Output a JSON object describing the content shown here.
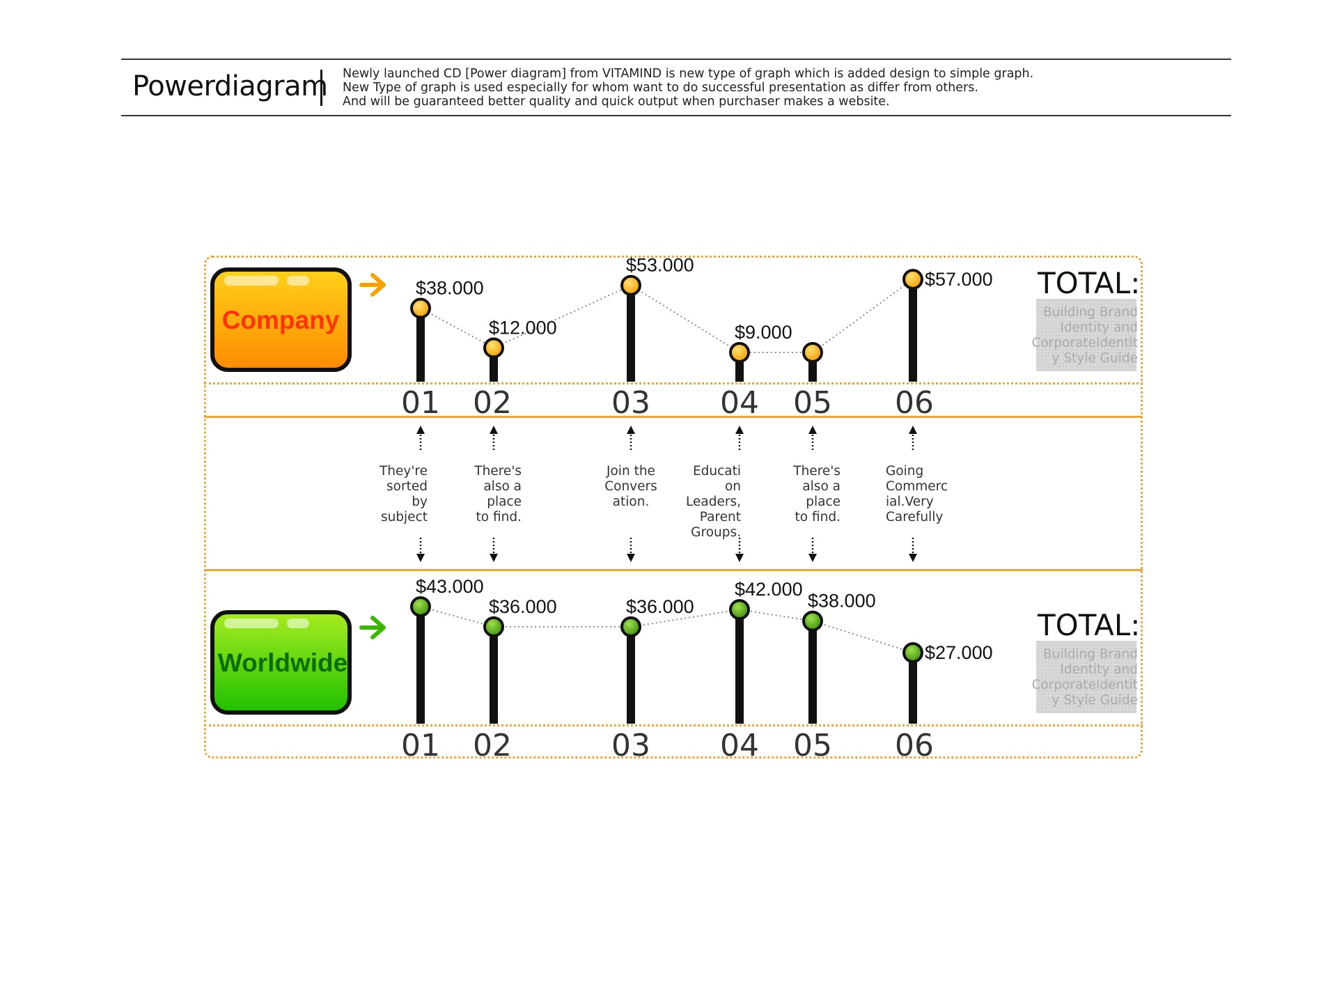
{
  "header": {
    "title": "Powerdiagram",
    "description_lines": [
      "Newly launched CD [Power diagram] from VITAMIND is new type of graph which is added design to simple graph.",
      "New Type of graph is used especially for whom want to do successful presentation as differ from others.",
      "And will be guaranteed better quality and quick output when purchaser makes a website."
    ]
  },
  "colors": {
    "company_accent": "#f7a100",
    "company_text": "#ff3300",
    "worldwide_accent": "#39b800",
    "worldwide_text": "#0a6d00",
    "frame": "#f0a630",
    "stem": "#111111"
  },
  "icons": {
    "group_arrow": "right-arrow-icon",
    "connector_arrow": "dotted-arrow-icon"
  },
  "chart_data": [
    {
      "type": "line",
      "name": "Company",
      "categories": [
        "01",
        "02",
        "03",
        "04",
        "05",
        "06"
      ],
      "values": [
        38,
        12,
        53,
        9,
        9,
        57
      ],
      "value_labels": [
        "$38.000",
        "$12.000",
        "$53.000",
        "$9.000",
        "",
        "$57.000"
      ],
      "total_label": "TOTAL:",
      "total_text": [
        "Building Brand",
        "Identity and",
        "CorporateIdentit",
        "y Style Guide"
      ]
    },
    {
      "type": "line",
      "name": "Worldwide",
      "categories": [
        "01",
        "02",
        "03",
        "04",
        "05",
        "06"
      ],
      "values": [
        43,
        36,
        36,
        42,
        38,
        27
      ],
      "value_labels": [
        "$43.000",
        "$36.000",
        "$36.000",
        "$42.000",
        "$38.000",
        "$27.000"
      ],
      "total_label": "TOTAL:",
      "total_text": [
        "Building Brand",
        "Identity and",
        "CorporateIdentit",
        "y Style Guide"
      ]
    }
  ],
  "descriptions": [
    [
      "They're",
      "sorted",
      "by",
      "subject"
    ],
    [
      "There's",
      "also a",
      "place",
      "to find."
    ],
    [
      "Join the",
      "Convers",
      "ation."
    ],
    [
      "Educati",
      "on",
      "Leaders,",
      "Parent",
      "Groups."
    ],
    [
      "There's",
      "also a",
      "place",
      "to find."
    ],
    [
      "Going",
      "Commerc",
      "ial.Very",
      "Carefully"
    ]
  ]
}
